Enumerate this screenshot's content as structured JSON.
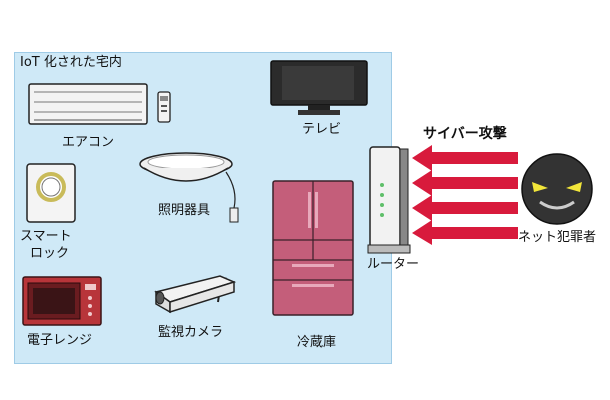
{
  "area_label": "IoT 化された宅内",
  "devices": {
    "aircon": "エアコン",
    "tv": "テレビ",
    "smart_lock_line1": "スマート",
    "smart_lock_line2": "ロック",
    "lighting": "照明器具",
    "fridge": "冷蔵庫",
    "microwave": "電子レンジ",
    "camera": "監視カメラ"
  },
  "router": "ルーター",
  "attack": "サイバー攻撃",
  "criminal": "ネット犯罪者",
  "colors": {
    "home_bg": "#cfe9f7",
    "arrow": "#d81a3c",
    "fridge": "#c45e7a",
    "microwave": "#b8353a",
    "criminal": "#333333"
  }
}
